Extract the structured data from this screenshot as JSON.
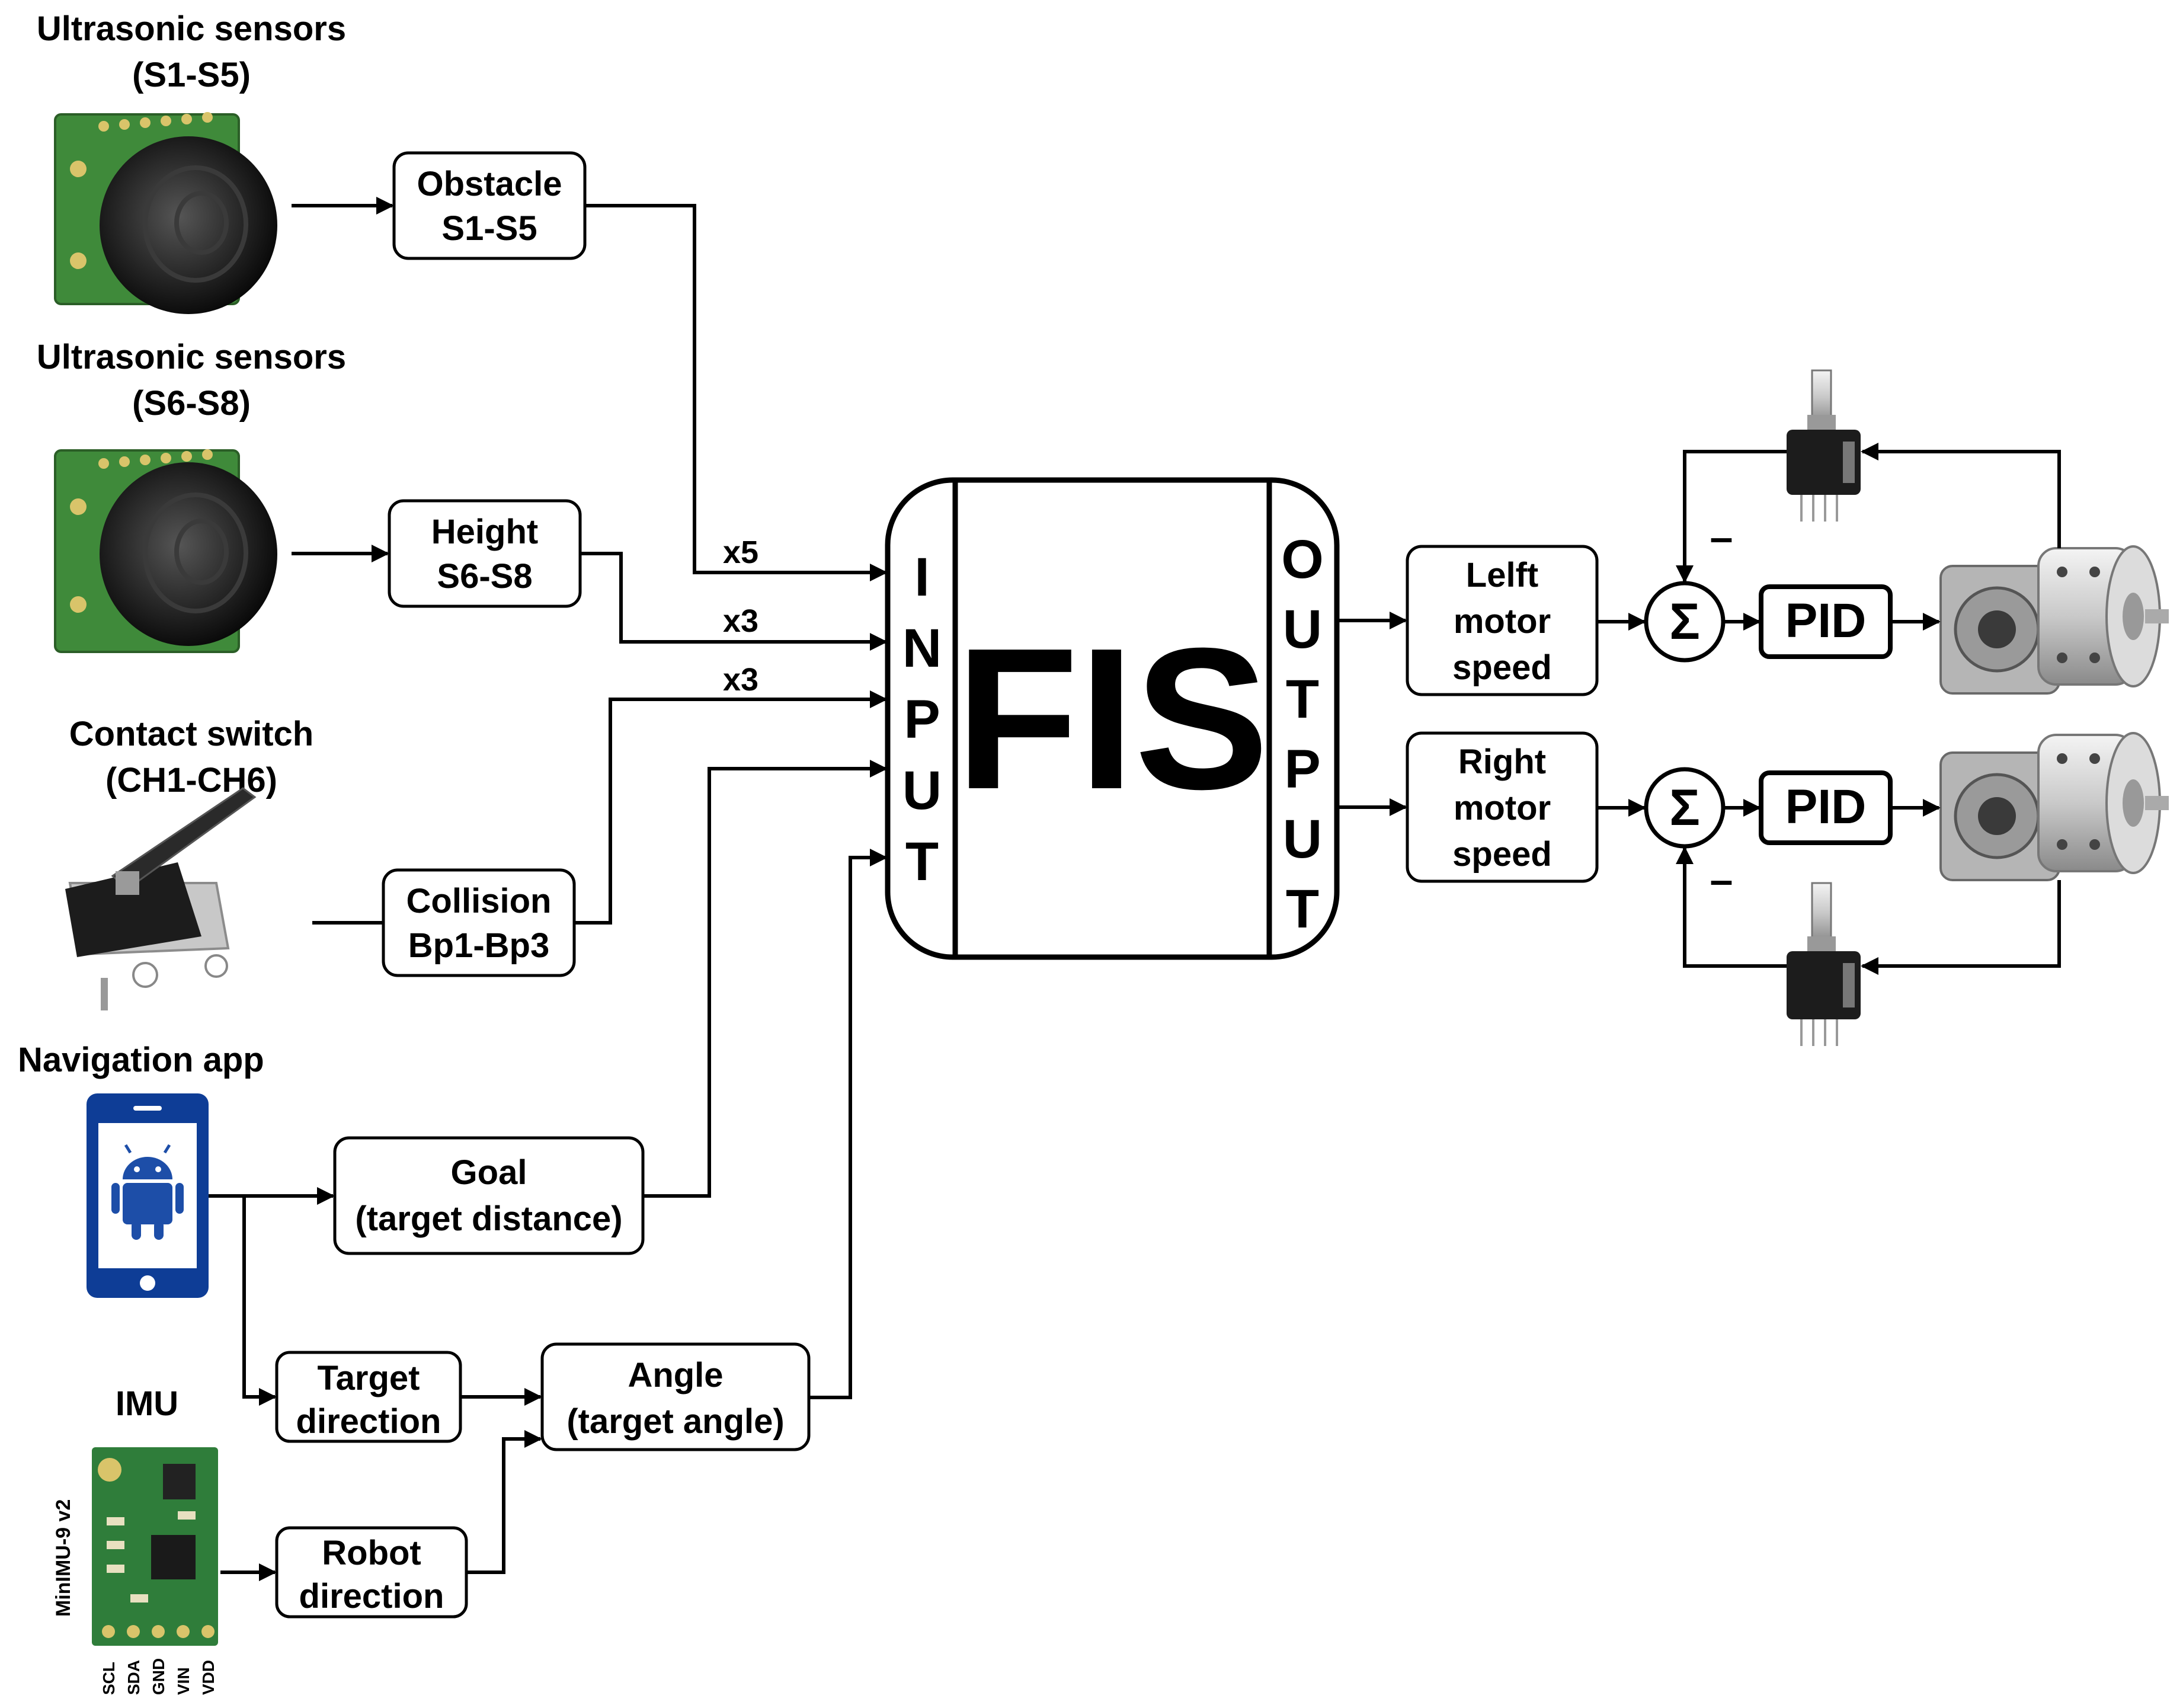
{
  "sources": {
    "us1_line1": "Ultrasonic sensors",
    "us1_line2": "(S1-S5)",
    "us2_line1": "Ultrasonic sensors",
    "us2_line2": "(S6-S8)",
    "contact_line1": "Contact switch",
    "contact_line2": "(CH1-CH6)",
    "nav_app": "Navigation app",
    "imu": "IMU",
    "imu_board_name": "MinIMU-9 v2",
    "imu_pins": [
      "SCL",
      "SDA",
      "GND",
      "VIN",
      "VDD"
    ]
  },
  "blocks": {
    "obstacle": [
      "Obstacle",
      "S1-S5"
    ],
    "height": [
      "Height",
      "S6-S8"
    ],
    "collision": [
      "Collision",
      "Bp1-Bp3"
    ],
    "goal": [
      "Goal",
      "(target distance)"
    ],
    "target_direction": [
      "Target",
      "direction"
    ],
    "robot_direction": [
      "Robot",
      "direction"
    ],
    "angle": [
      "Angle",
      "(target angle)"
    ],
    "left_speed": [
      "Lelft",
      "motor",
      "speed"
    ],
    "right_speed": [
      "Right",
      "motor",
      "speed"
    ]
  },
  "multiplicity": {
    "obstacle": "x5",
    "height": "x3",
    "collision": "x3"
  },
  "fis": {
    "title": "FIS",
    "input_letters": [
      "I",
      "N",
      "P",
      "U",
      "T"
    ],
    "output_letters": [
      "O",
      "U",
      "T",
      "P",
      "U",
      "T"
    ]
  },
  "control": {
    "pid": "PID",
    "sum": "Σ",
    "minus": "–"
  }
}
